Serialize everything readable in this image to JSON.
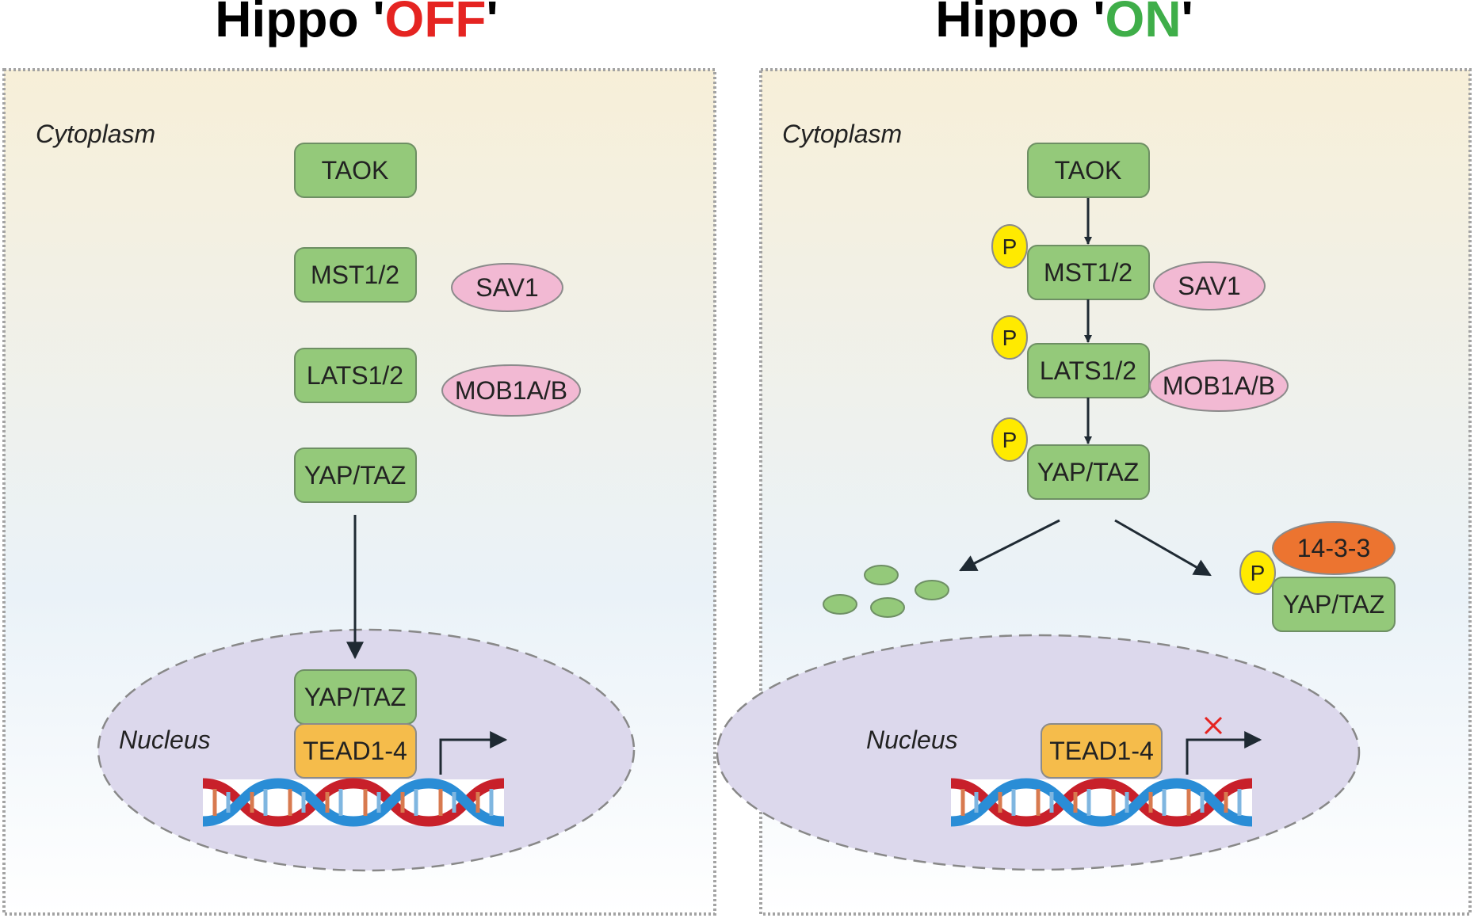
{
  "titles": {
    "off": {
      "prefix": "Hippo '",
      "state": "OFF",
      "suffix": "'"
    },
    "on": {
      "prefix": "Hippo '",
      "state": "ON",
      "suffix": "'"
    }
  },
  "compartments": {
    "cytoplasm": "Cytoplasm",
    "nucleus": "Nucleus"
  },
  "proteins": {
    "taok": "TAOK",
    "mst": "MST1/2",
    "sav": "SAV1",
    "lats": "LATS1/2",
    "mob": "MOB1A/B",
    "yap": "YAP/TAZ",
    "tead": "TEAD1-4",
    "p1433": "14-3-3",
    "phospho": "P"
  },
  "colors": {
    "off_state": "#e52421",
    "on_state": "#3fae49",
    "kinase_green": "#94c97a",
    "adaptor_pink": "#f2b9d3",
    "tead_orange": "#f5bc4b",
    "p1433_orange": "#ec7430",
    "phospho_yellow": "#ffea00",
    "nucleus_lilac": "#dcd8ec",
    "inhibition_x": "#e52421"
  }
}
